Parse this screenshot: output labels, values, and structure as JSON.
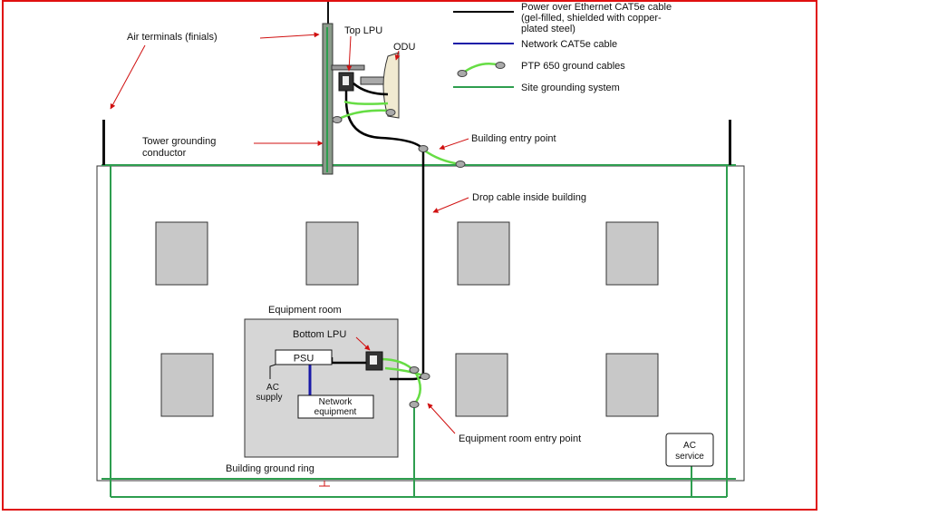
{
  "labels": {
    "air_terminals": "Air terminals (finials)",
    "top_lpu": "Top LPU",
    "odu": "ODU",
    "tower_grounding_1": "Tower grounding",
    "tower_grounding_2": "conductor",
    "building_entry_point": "Building entry point",
    "drop_cable": "Drop cable inside building",
    "equipment_room": "Equipment room",
    "bottom_lpu": "Bottom LPU",
    "psu": "PSU",
    "ac_supply_1": "AC",
    "ac_supply_2": "supply",
    "network_equipment_1": "Network",
    "network_equipment_2": "equipment",
    "equipment_room_entry_point": "Equipment room entry point",
    "ac_service_1": "AC",
    "ac_service_2": "service",
    "building_ground_ring": "Building ground ring"
  },
  "legend": [
    {
      "lines": [
        "Power over Ethernet CAT5e cable",
        "(gel-filled, shielded with copper-",
        "plated steel)"
      ],
      "style": "poe",
      "color": "#000000"
    },
    {
      "lines": [
        "Network CAT5e cable"
      ],
      "style": "network",
      "color": "#1a1aa8"
    },
    {
      "lines": [
        "PTP 650 ground cables"
      ],
      "style": "ground",
      "color": "#66dd44"
    },
    {
      "lines": [
        "Site grounding system"
      ],
      "style": "site",
      "color": "#2e9e4f"
    }
  ],
  "colors": {
    "frame": "#e01010",
    "site_ground": "#2e9e4f",
    "ptp_ground": "#66dd44",
    "poe": "#000000",
    "network": "#1a1aa8",
    "pointer": "#d01010",
    "window_fill": "#c8c8c8",
    "room_fill": "#d6d6d6"
  }
}
